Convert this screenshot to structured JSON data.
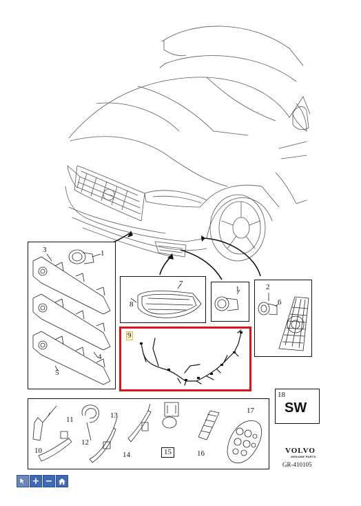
{
  "callouts": {
    "c1a": "1",
    "c2": "2",
    "c3": "3",
    "c4": "4",
    "c5": "5",
    "c6": "6",
    "c7": "7",
    "c8": "8",
    "c1b": "1",
    "c9": "9",
    "c10": "10",
    "c11": "11",
    "c12": "12",
    "c13": "13",
    "c14": "14",
    "c15": "15",
    "c16": "16",
    "c17": "17",
    "c18": "18"
  },
  "sw_label": "SW",
  "brand": {
    "name": "VOLVO",
    "tagline": "GENUINE PARTS",
    "drawing_code": "GR-410105"
  },
  "highlight_color": "#e0151b",
  "toolbar": {
    "icons": [
      "cursor-icon",
      "zoom-in-icon",
      "zoom-out-icon",
      "home-icon"
    ],
    "zoom_in_label": "+",
    "zoom_out_label": "−"
  }
}
